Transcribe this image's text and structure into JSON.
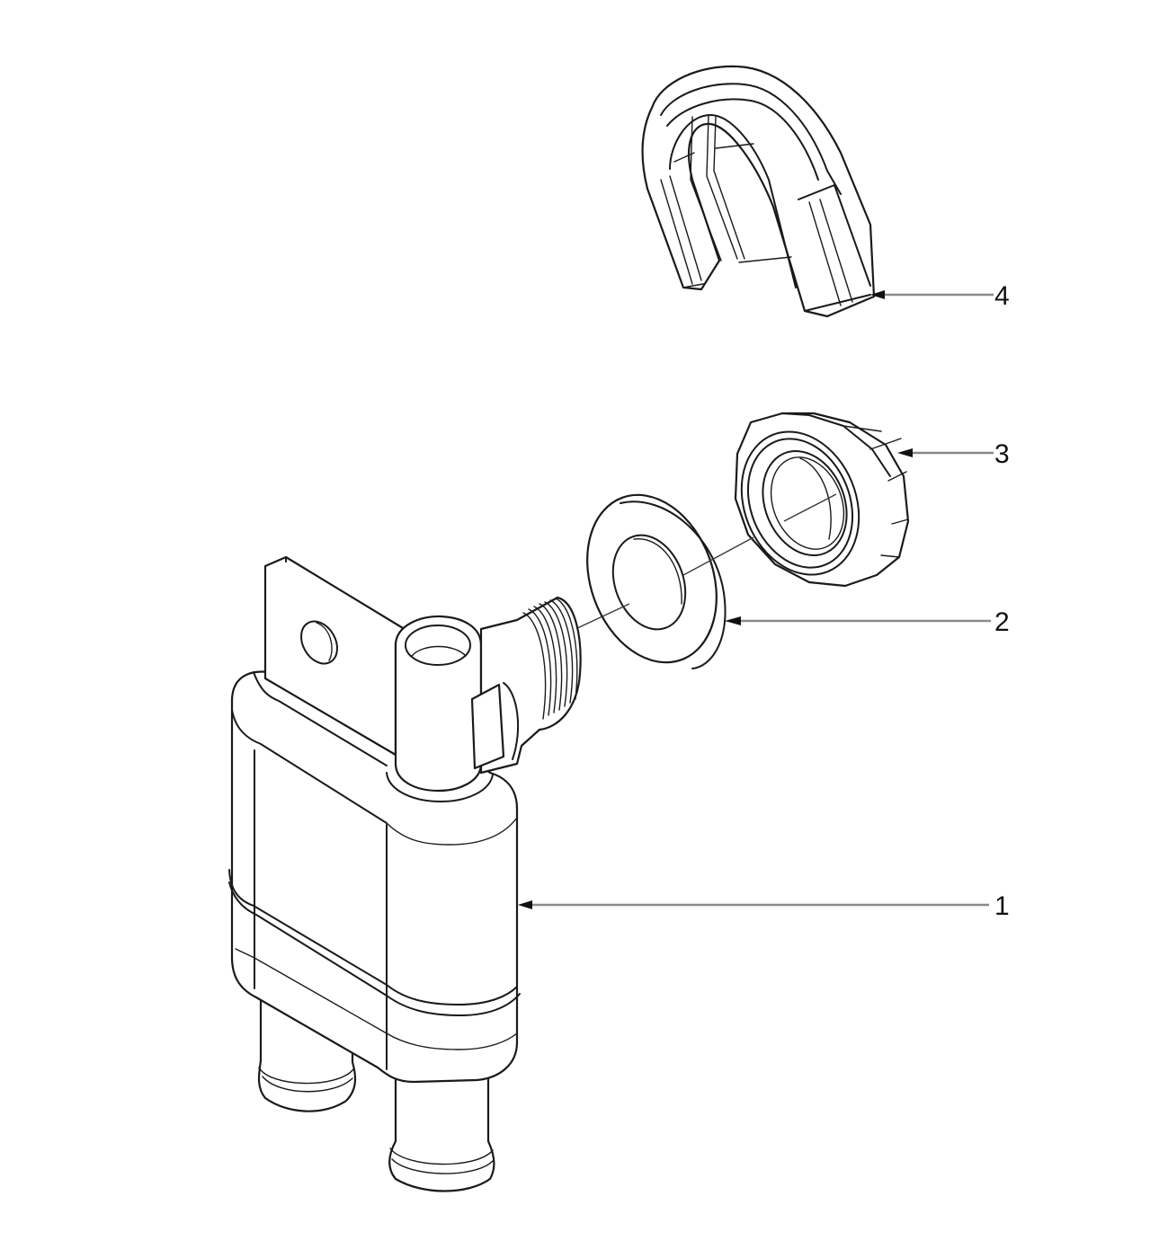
{
  "diagram": {
    "type": "exploded-assembly-drawing",
    "background": "#ffffff",
    "line_color": "#1a1a1a",
    "leader_color": "#8a8a8a"
  },
  "callouts": [
    {
      "label": "1",
      "part": "valve-body"
    },
    {
      "label": "2",
      "part": "washer"
    },
    {
      "label": "3",
      "part": "nut"
    },
    {
      "label": "4",
      "part": "u-clip"
    }
  ]
}
